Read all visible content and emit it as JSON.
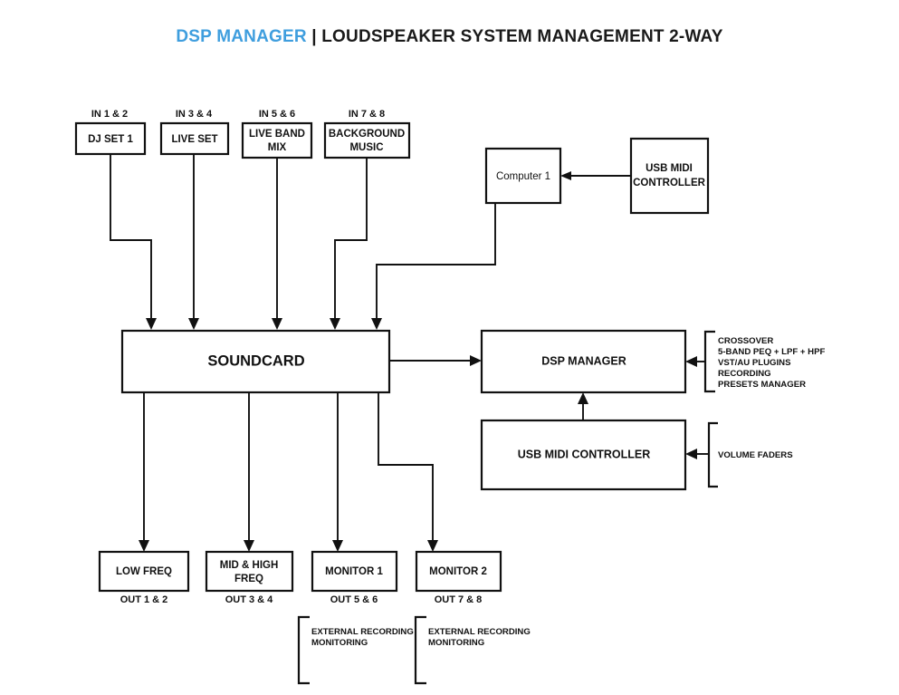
{
  "title": {
    "brand": "DSP MANAGER",
    "separator": " | ",
    "rest": "LOUDSPEAKER SYSTEM MANAGEMENT 2-WAY",
    "brand_color": "#3f9ede",
    "text_color": "#1a1a1a"
  },
  "inputs": [
    {
      "port": "IN 1 & 2",
      "label": "DJ SET 1",
      "line2": ""
    },
    {
      "port": "IN 3 & 4",
      "label": "LIVE SET",
      "line2": ""
    },
    {
      "port": "IN 5 & 6",
      "label": "LIVE BAND",
      "line2": "MIX"
    },
    {
      "port": "IN 7 & 8",
      "label": "BACKGROUND",
      "line2": "MUSIC"
    }
  ],
  "computer": {
    "label": "Computer 1"
  },
  "top_midi": {
    "line1": "USB MIDI",
    "line2": "CONTROLLER"
  },
  "soundcard": {
    "label": "SOUNDCARD"
  },
  "dsp": {
    "label": "DSP MANAGER"
  },
  "dsp_features": [
    "CROSSOVER",
    "5-BAND PEQ + LPF + HPF",
    "VST/AU PLUGINS",
    "RECORDING",
    "PRESETS MANAGER"
  ],
  "midi_controller": {
    "label": "USB MIDI CONTROLLER"
  },
  "volume_faders": {
    "label": "VOLUME FADERS"
  },
  "outputs": [
    {
      "label": "LOW FREQ",
      "line2": "",
      "port": "OUT 1 & 2"
    },
    {
      "label": "MID & HIGH",
      "line2": "FREQ",
      "port": "OUT 3 & 4"
    },
    {
      "label": "MONITOR 1",
      "line2": "",
      "port": "OUT 5 & 6"
    },
    {
      "label": "MONITOR 2",
      "line2": "",
      "port": "OUT 7 & 8"
    }
  ],
  "external_notes": [
    {
      "line1": "EXTERNAL RECORDING",
      "line2": "MONITORING"
    },
    {
      "line1": "EXTERNAL RECORDING",
      "line2": "MONITORING"
    }
  ]
}
